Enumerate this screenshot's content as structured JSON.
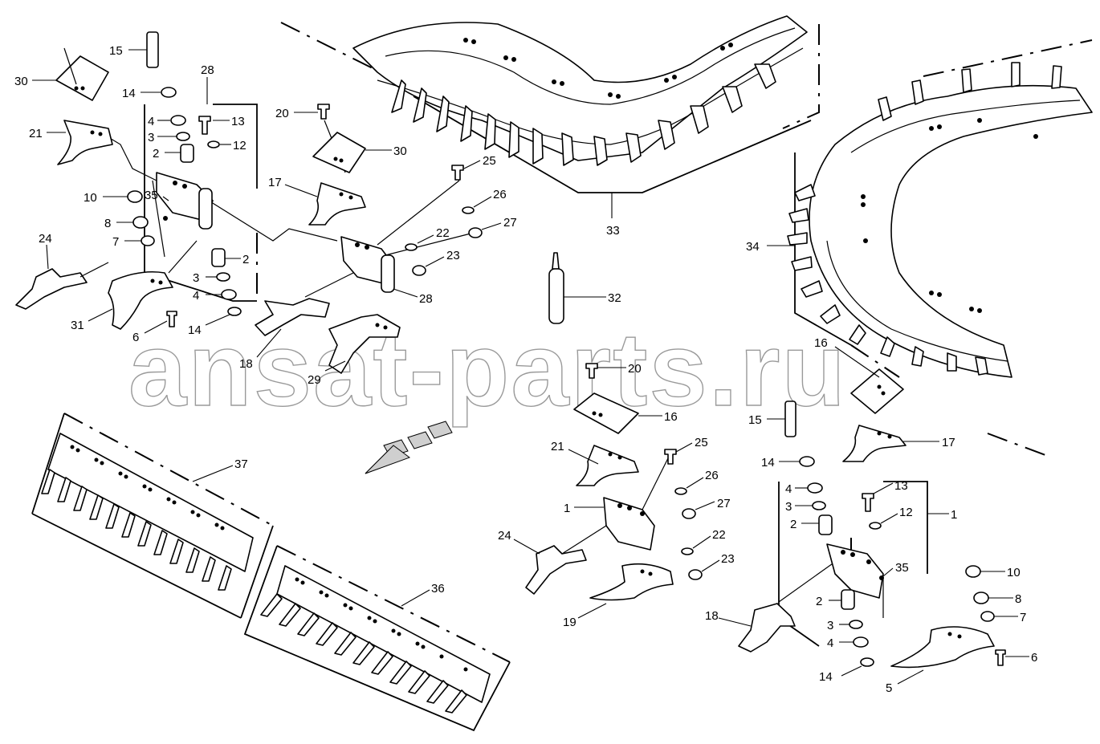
{
  "watermark": "ansat-parts.ru",
  "callouts": {
    "c1a": "1",
    "c1b": "1",
    "c2a": "2",
    "c2b": "2",
    "c2c": "2",
    "c2d": "2",
    "c3a": "3",
    "c3b": "3",
    "c3c": "3",
    "c3d": "3",
    "c4a": "4",
    "c4b": "4",
    "c4c": "4",
    "c4d": "4",
    "c5": "5",
    "c6a": "6",
    "c6b": "6",
    "c7a": "7",
    "c7b": "7",
    "c8a": "8",
    "c8b": "8",
    "c10a": "10",
    "c10b": "10",
    "c12a": "12",
    "c12b": "12",
    "c13a": "13",
    "c13b": "13",
    "c14a": "14",
    "c14b": "14",
    "c14c": "14",
    "c14d": "14",
    "c15a": "15",
    "c15b": "15",
    "c16a": "16",
    "c16b": "16",
    "c17a": "17",
    "c17b": "17",
    "c18a": "18",
    "c18b": "18",
    "c19": "19",
    "c20a": "20",
    "c20b": "20",
    "c21a": "21",
    "c21b": "21",
    "c22a": "22",
    "c22b": "22",
    "c23a": "23",
    "c23b": "23",
    "c24a": "24",
    "c24b": "24",
    "c25a": "25",
    "c25b": "25",
    "c26a": "26",
    "c26b": "26",
    "c27a": "27",
    "c27b": "27",
    "c28a": "28",
    "c28b": "28",
    "c29": "29",
    "c30a": "30",
    "c30b": "30",
    "c31": "31",
    "c32": "32",
    "c33": "33",
    "c34": "34",
    "c35a": "35",
    "c35b": "35",
    "c36": "36",
    "c37": "37"
  }
}
